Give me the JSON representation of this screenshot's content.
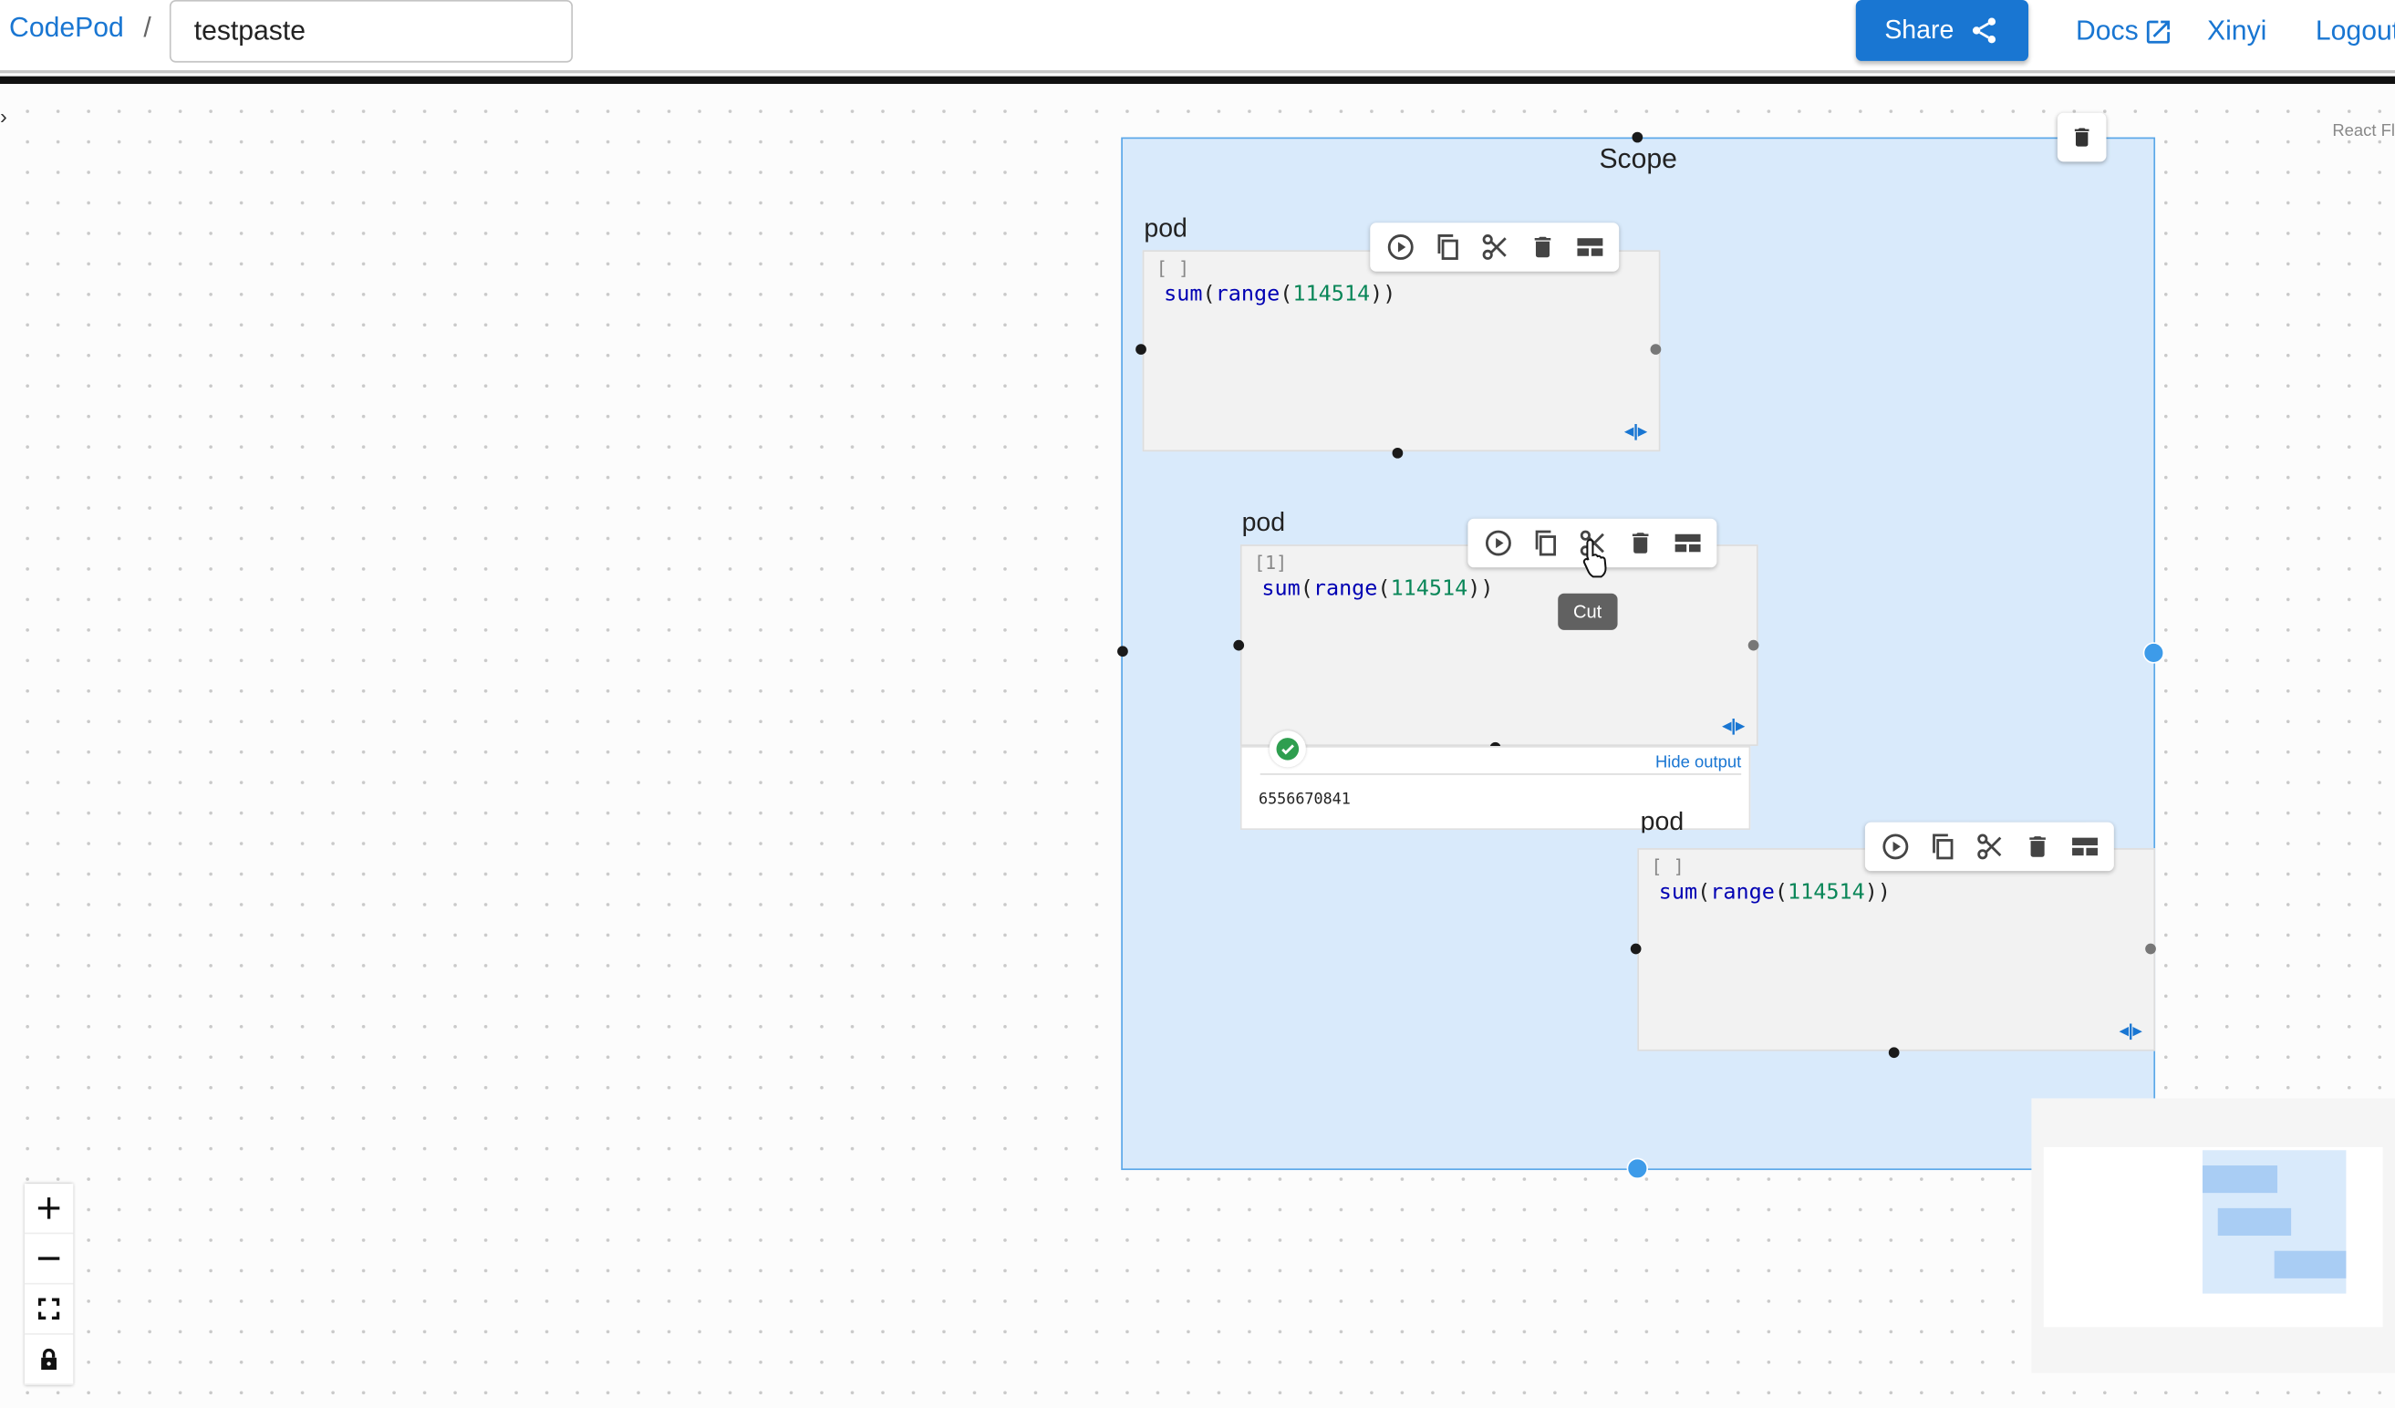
{
  "header": {
    "brand": "CodePod",
    "separator": "/",
    "title_value": "testpaste",
    "share_label": "Share",
    "docs_label": "Docs",
    "user_label": "Xinyi",
    "logout_label": "Logout"
  },
  "canvas": {
    "attribution": "React Fl",
    "scope_title": "Scope",
    "sidebar_toggle": "›"
  },
  "pods": [
    {
      "label": "pod",
      "exec_count": "[ ]",
      "code": {
        "fn1": "sum",
        "p1": "(",
        "fn2": "range",
        "p2": "(",
        "num": "114514",
        "p3": "))"
      }
    },
    {
      "label": "pod",
      "exec_count": "[1]",
      "code": {
        "fn1": "sum",
        "p1": "(",
        "fn2": "range",
        "p2": "(",
        "num": "114514",
        "p3": "))"
      }
    },
    {
      "label": "pod",
      "exec_count": "[ ]",
      "code": {
        "fn1": "sum",
        "p1": "(",
        "fn2": "range",
        "p2": "(",
        "num": "114514",
        "p3": "))"
      }
    }
  ],
  "output": {
    "hide_label": "Hide output",
    "value": "6556670841"
  },
  "tooltip": "Cut",
  "toolbar_icons": [
    "play-circle-icon",
    "copy-icon",
    "scissors-icon",
    "trash-icon",
    "layout-icon"
  ],
  "colors": {
    "accent": "#1976d2",
    "scope_fill": "#d9eafb",
    "scope_border": "#5aa7e8",
    "success": "#2e9e4f",
    "code_keyword": "#0000b3",
    "code_number": "#098658"
  }
}
